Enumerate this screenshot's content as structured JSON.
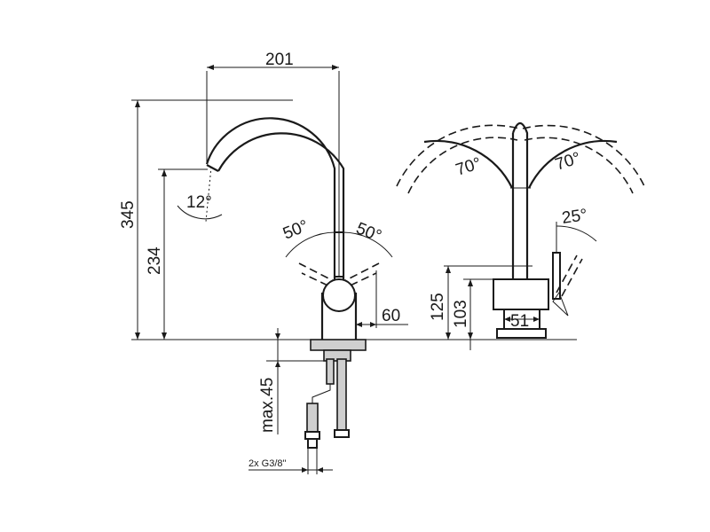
{
  "dimensions": {
    "spout_reach": "201",
    "total_height": "345",
    "spout_height": "234",
    "spout_angle": "12°",
    "lever_left_angle": "50°",
    "lever_right_angle": "50°",
    "lever_offset": "60",
    "max_deck_thickness": "max.45",
    "connection": "2x G3/8\"",
    "swivel_left": "70°",
    "swivel_right": "70°",
    "lever_tilt": "25°",
    "body_height_a": "125",
    "body_height_b": "103",
    "base_width": "51"
  },
  "colors": {
    "line": "#1a1a1a",
    "background": "#ffffff",
    "hatch": "#cfcfcf"
  }
}
